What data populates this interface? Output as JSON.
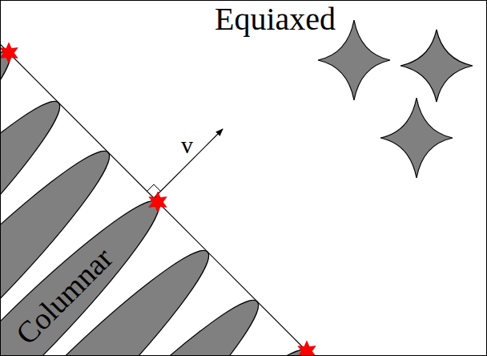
{
  "diagram": {
    "labels": [
      "Equiaxed",
      "v",
      "Columnar"
    ]
  }
}
